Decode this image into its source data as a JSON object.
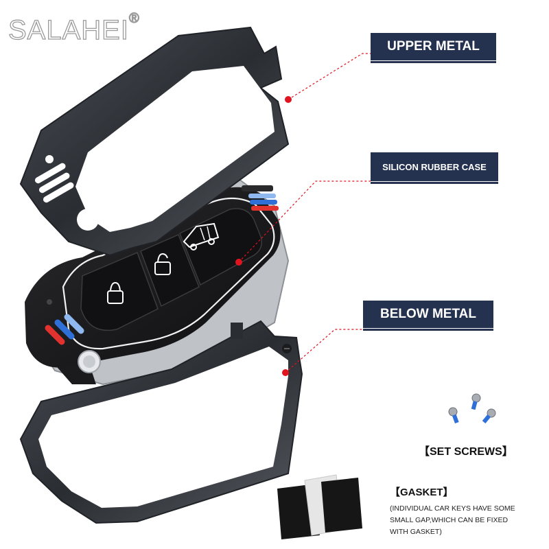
{
  "brand": {
    "name": "SALAHEI",
    "mark": "®"
  },
  "labels": {
    "upper_metal": "UPPER METAL",
    "silicon_rubber_case": "SILICON RUBBER CASE",
    "below_metal": "BELOW METAL",
    "set_screws": "【SET SCREWS】",
    "gasket": "【GASKET】",
    "gasket_note": [
      "(INDIVIDUAL CAR KEYS HAVE SOME",
      "SMALL GAP,WHICH CAN BE FIXED",
      "WITH GASKET)"
    ]
  },
  "colors": {
    "tag_background": "#243250",
    "pointer_red": "#e0141e",
    "metal_dark": "#2e3136",
    "rubber_black": "#1a1a1c",
    "stripe_red": "#e0322e",
    "stripe_blue": "#2f6fd8",
    "stripe_light_blue": "#8fb8ee"
  },
  "icons": [
    "lock-icon",
    "unlock-icon",
    "trunk-icon",
    "screw-icon",
    "gasket-pad-icon"
  ]
}
